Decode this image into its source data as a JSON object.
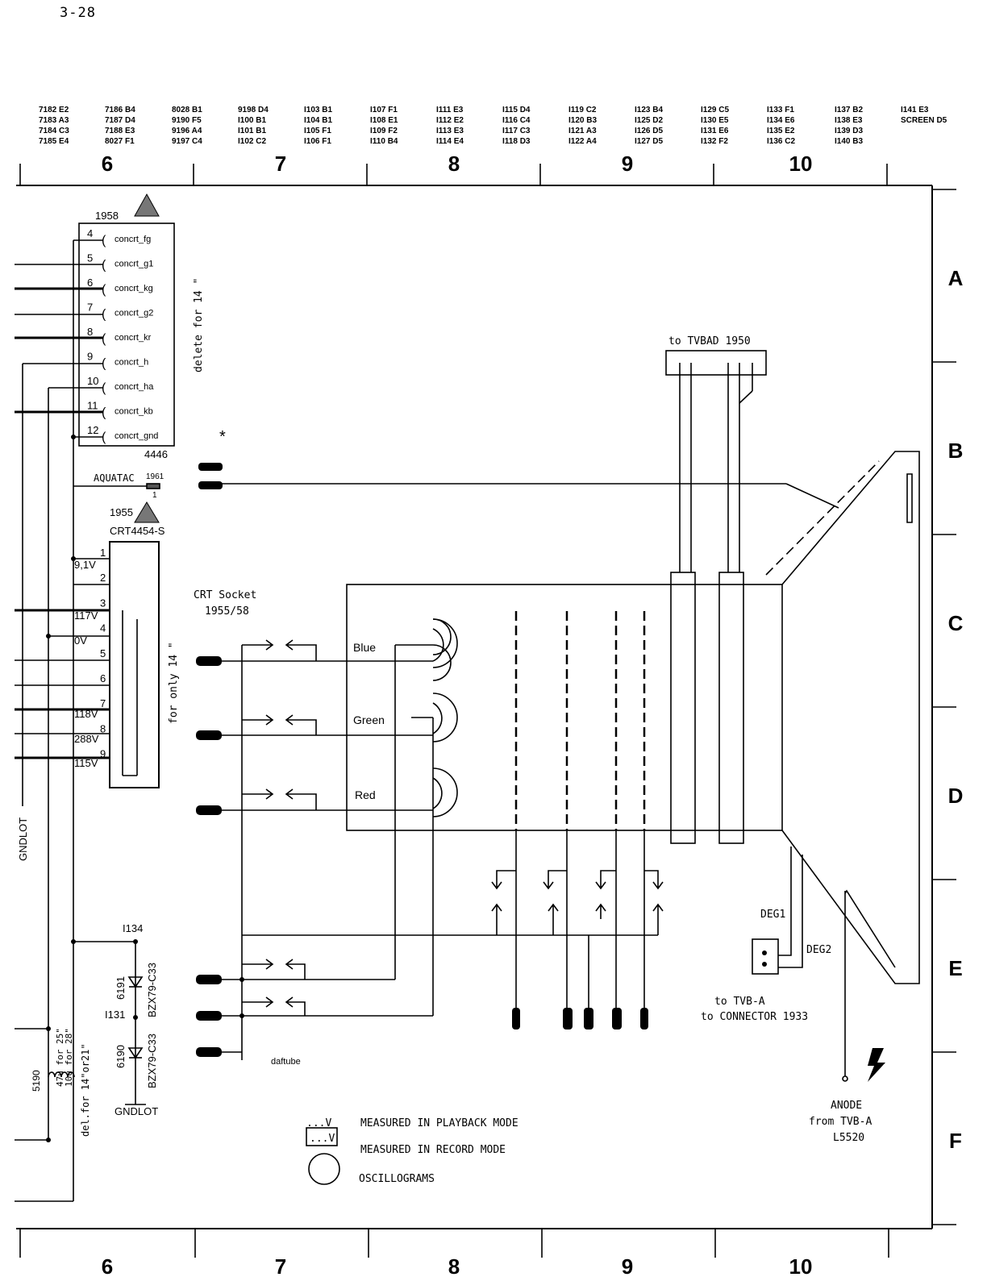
{
  "page_number": "3-28",
  "reference_columns": [
    [
      "7182 E2",
      "7183 A3",
      "7184 C3",
      "7185 E4"
    ],
    [
      "7186 B4",
      "7187 D4",
      "7188 E3",
      "8027 F1"
    ],
    [
      "8028 B1",
      "9190 F5",
      "9196 A4",
      "9197 C4"
    ],
    [
      "9198 D4",
      "I100 B1",
      "I101 B1",
      "I102 C2"
    ],
    [
      "I103 B1",
      "I104 B1",
      "I105 F1",
      "I106 F1"
    ],
    [
      "I107 F1",
      "I108 E1",
      "I109 F2",
      "I110 B4"
    ],
    [
      "I111 E3",
      "I112 E2",
      "I113 E3",
      "I114 E4"
    ],
    [
      "I115 D4",
      "I116 C4",
      "I117 C3",
      "I118 D3"
    ],
    [
      "I119 C2",
      "I120 B3",
      "I121 A3",
      "I122 A4"
    ],
    [
      "I123 B4",
      "I125 D2",
      "I126 D5",
      "I127 D5"
    ],
    [
      "I129 C5",
      "I130 E5",
      "I131 E6",
      "I132 F2"
    ],
    [
      "I133 F1",
      "I134 E6",
      "I135 E2",
      "I136 C2"
    ],
    [
      "I137 B2",
      "I138 E3",
      "I139 D3",
      "I140 B3"
    ],
    [
      "I141 E3",
      "SCREEN D5"
    ]
  ],
  "grid": {
    "columns": [
      "6",
      "7",
      "8",
      "9",
      "10"
    ],
    "rows": [
      "A",
      "B",
      "C",
      "D",
      "E",
      "F"
    ]
  },
  "connector_1958": {
    "ref": "1958",
    "part": "4446",
    "pins": [
      {
        "num": "4",
        "label": "concrt_fg"
      },
      {
        "num": "5",
        "label": "concrt_g1"
      },
      {
        "num": "6",
        "label": "concrt_kg"
      },
      {
        "num": "7",
        "label": "concrt_g2"
      },
      {
        "num": "8",
        "label": "concrt_kr"
      },
      {
        "num": "9",
        "label": "concrt_h"
      },
      {
        "num": "10",
        "label": "concrt_ha"
      },
      {
        "num": "11",
        "label": "concrt_kb"
      },
      {
        "num": "12",
        "label": "concrt_gnd"
      }
    ],
    "note": "delete for 14 \""
  },
  "asterisk": "*",
  "aquatac": {
    "label": "AQUATAC",
    "ref": "1961",
    "pin": "1"
  },
  "connector_1955": {
    "ref": "1955",
    "part": "CRT4454-S",
    "pins": [
      "1",
      "2",
      "3",
      "4",
      "5",
      "6",
      "7",
      "8",
      "9"
    ],
    "voltages": [
      {
        "pin": "1",
        "value": "9,1V"
      },
      {
        "pin": "3",
        "value": "117V"
      },
      {
        "pin": "4",
        "value": "0V"
      },
      {
        "pin": "7",
        "value": "118V"
      },
      {
        "pin": "8",
        "value": "288V"
      },
      {
        "pin": "9",
        "value": "115V"
      }
    ],
    "note": "for only 14 \""
  },
  "crt_socket": {
    "line1": "CRT Socket",
    "line2": "1955/58"
  },
  "guns": [
    "Blue",
    "Green",
    "Red"
  ],
  "tvbad": "to TVBAD 1950",
  "gndlot_left": "GNDLOT",
  "zener": {
    "node_top": "I134",
    "d1_ref": "6191",
    "d1_part": "BZX79-C33",
    "node_mid": "I131",
    "d2_ref": "6190",
    "d2_part": "BZX79-C33",
    "ground": "GNDLOT"
  },
  "coil": {
    "ref": "5190",
    "value1": "47u for 25\"",
    "value2": "10u for 28\"",
    "note": "del.for 14\"or21\""
  },
  "daftube": "daftube",
  "deg": {
    "deg1": "DEG1",
    "deg2": "DEG2",
    "to1": "to TVB-A",
    "to2": "to CONNECTOR 1933"
  },
  "anode": {
    "line1": "ANODE",
    "line2": "from TVB-A",
    "line3": "L5520"
  },
  "legend": [
    {
      "symbol": "...V",
      "text": "MEASURED IN PLAYBACK MODE"
    },
    {
      "symbol": "...V",
      "text": "MEASURED IN RECORD MODE"
    },
    {
      "symbol": "",
      "text": "OSCILLOGRAMS"
    }
  ]
}
